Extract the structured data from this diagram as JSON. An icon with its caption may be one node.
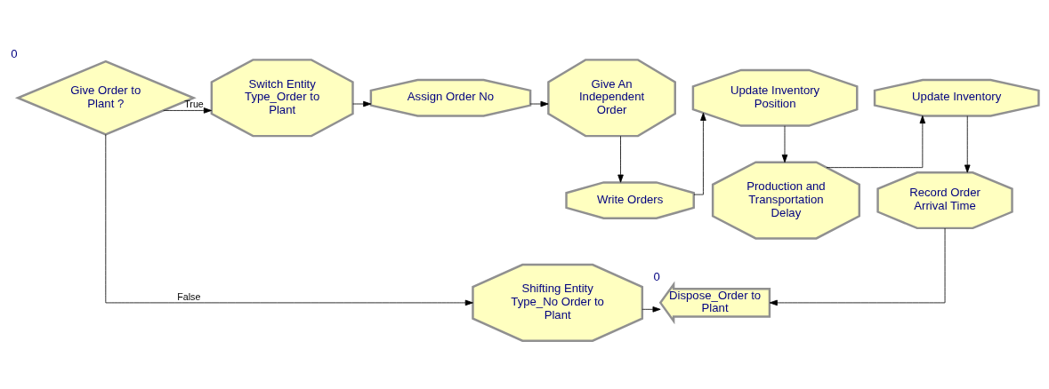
{
  "diagram": {
    "nodes": [
      {
        "text": [
          "Give Order to Plant ?"
        ],
        "beside": [
          "0"
        ]
      },
      {
        "text": [
          "Switch Entity Type_Order to Plant"
        ]
      },
      {
        "text": [
          "Assign Order No"
        ]
      },
      {
        "text": [
          "Give An Independent Order"
        ]
      },
      {
        "text": [
          "Update Inventory Position"
        ]
      },
      {
        "text": [
          "Update Inventory"
        ]
      },
      {
        "text": [
          "Write Orders"
        ]
      },
      {
        "text": [
          "Production and Transportation Delay"
        ]
      },
      {
        "text": [
          "Record Order Arrival Time"
        ]
      },
      {
        "text": [
          "Shifting Entity Type_No Order to Plant"
        ]
      },
      {
        "text": [
          "Dispose_Order to Plant"
        ],
        "beside": [
          "0"
        ]
      }
    ],
    "edges": [
      {
        "from": 0,
        "to": 1,
        "arrow": "to",
        "label": "True"
      },
      {
        "from": 0,
        "to": 9,
        "arrow": "to",
        "label": "False"
      },
      {
        "from": 1,
        "to": 2,
        "arrow": "to"
      },
      {
        "from": 2,
        "to": 3,
        "arrow": "to"
      },
      {
        "from": 3,
        "to": 6,
        "arrow": "to"
      },
      {
        "from": 6,
        "to": 4,
        "arrow": "to"
      },
      {
        "from": 4,
        "to": 7,
        "arrow": "to"
      },
      {
        "from": 7,
        "to": 5,
        "arrow": "to"
      },
      {
        "from": 5,
        "to": 8,
        "arrow": "to"
      },
      {
        "from": 8,
        "to": 10,
        "arrow": "to"
      },
      {
        "from": 9,
        "to": 10,
        "arrow": "to"
      }
    ]
  }
}
